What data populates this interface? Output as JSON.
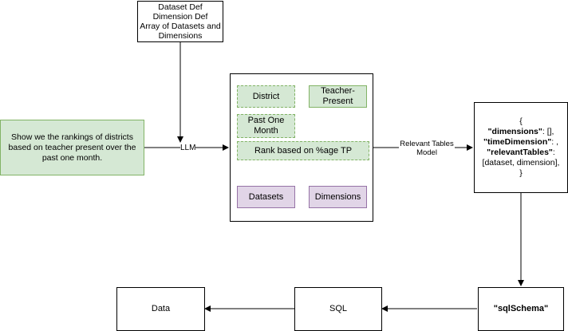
{
  "nodes": {
    "dataset_def": "Dataset Def\nDimension Def\nArray of Datasets and Dimensions",
    "question": "Show we the rankings of districts based on teacher present over the past one month.",
    "district": "District",
    "teacher_present": "Teacher-Present",
    "past_one_month": "Past One Month",
    "rank": "Rank based on %age TP",
    "datasets": "Datasets",
    "dimensions": "Dimensions",
    "json": {
      "open": "{",
      "dim_key": "\"dimensions\"",
      "dim_rest": ":  [],",
      "time_key": "\"timeDimension\"",
      "time_rest": ": ,",
      "rel_key": "\"relevantTables\"",
      "rel_rest": ":",
      "rel_value": "[dataset, dimension],",
      "close": "}"
    },
    "sql_schema": "\"sqlSchema\"",
    "sql": "SQL",
    "data": "Data"
  },
  "edges": {
    "llm_label": "LLM",
    "relevant_label": "Relevant Tables\nModel"
  }
}
